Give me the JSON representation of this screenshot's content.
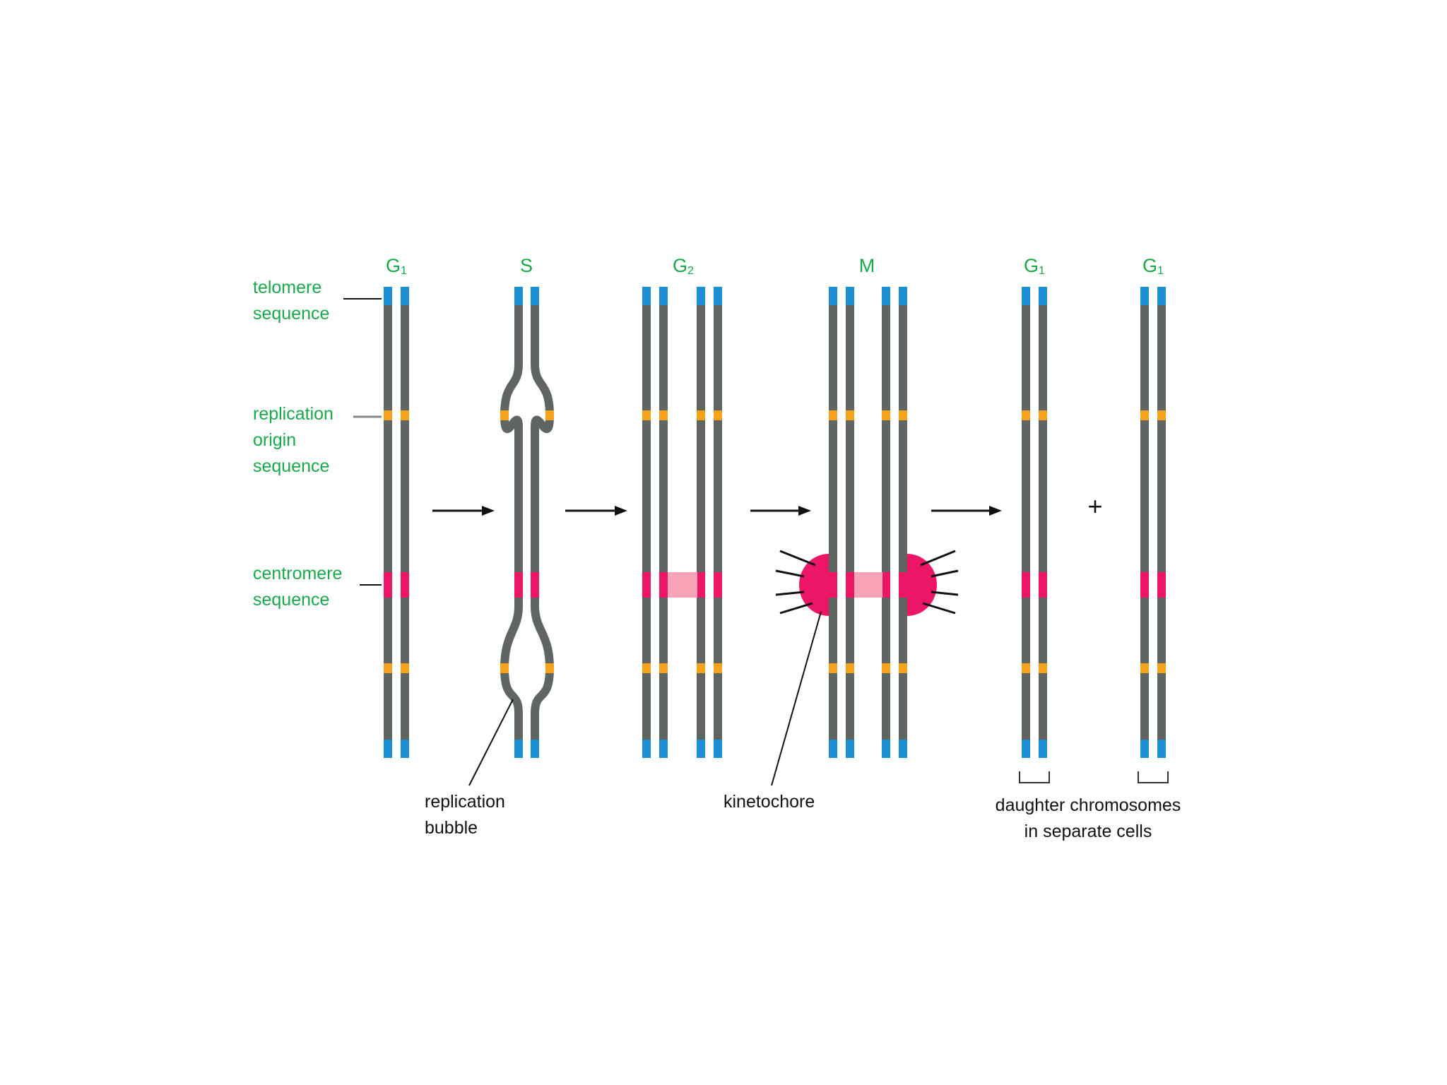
{
  "phases": [
    {
      "letter": "G",
      "sub": "1"
    },
    {
      "letter": "S",
      "sub": ""
    },
    {
      "letter": "G",
      "sub": "2"
    },
    {
      "letter": "M",
      "sub": ""
    },
    {
      "letter": "G",
      "sub": "1"
    },
    {
      "letter": "G",
      "sub": "1"
    }
  ],
  "labels": {
    "telomere": "telomere\nsequence",
    "origin": "replication\norigin\nsequence",
    "centromere": "centromere\nsequence",
    "bubble": "replication\nbubble",
    "kinetochore": "kinetochore",
    "daughter": "daughter chromosomes\nin separate cells",
    "plus": "+"
  },
  "colors": {
    "strand": "#5f6560",
    "telomere": "#1b8fd1",
    "origin": "#f5a31d",
    "centromere": "#ec1566",
    "cohesion": "#f7a3b8",
    "label_green": "#1aa84b"
  }
}
